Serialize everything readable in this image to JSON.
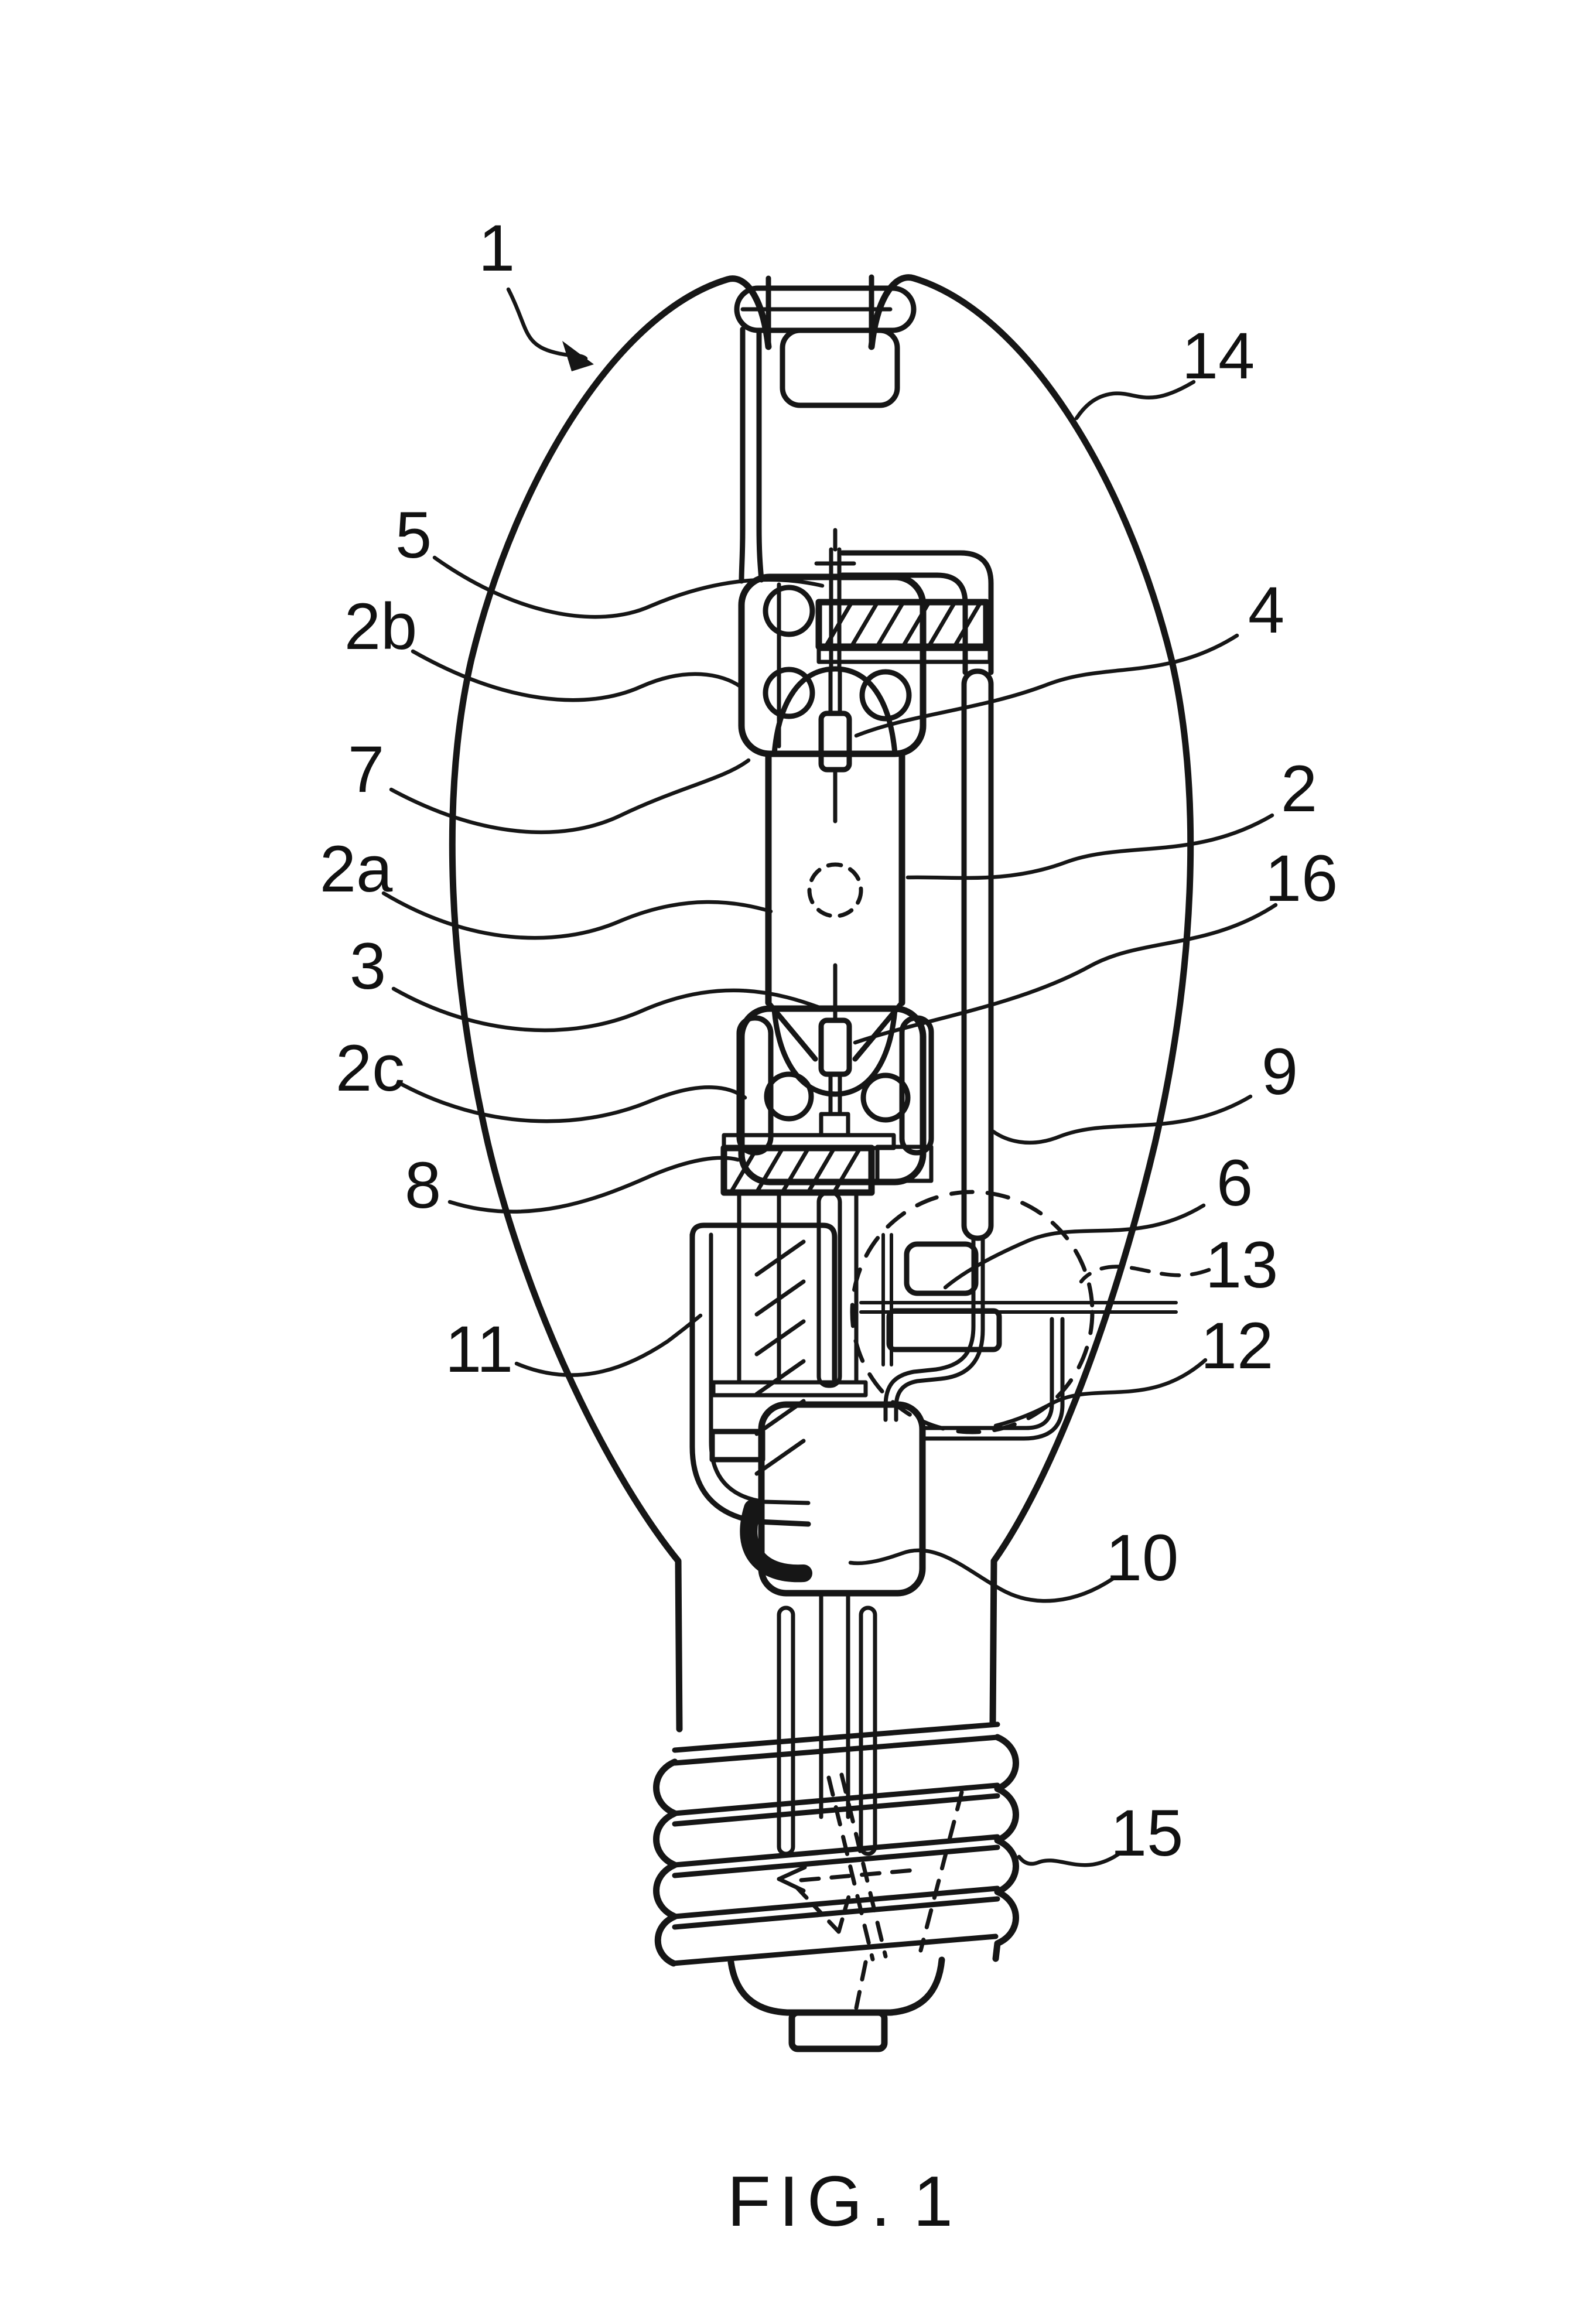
{
  "figure": {
    "caption_fig": "FIG.",
    "caption_num": "1",
    "caption_full": "FIG. 1"
  },
  "drawing": {
    "line_color": "#161616",
    "background_color": "#ffffff",
    "style": "patent line drawing of a high-pressure discharge lamp, vertical section"
  },
  "labels": {
    "L1": "1",
    "L14": "14",
    "L5": "5",
    "L2b": "2b",
    "L4": "4",
    "L7": "7",
    "L2a": "2a",
    "L2": "2",
    "L16": "16",
    "L3": "3",
    "L2c": "2c",
    "L9": "9",
    "L8": "8",
    "L6": "6",
    "L13": "13",
    "L11": "11",
    "L12": "12",
    "L10": "10",
    "L15": "15"
  }
}
